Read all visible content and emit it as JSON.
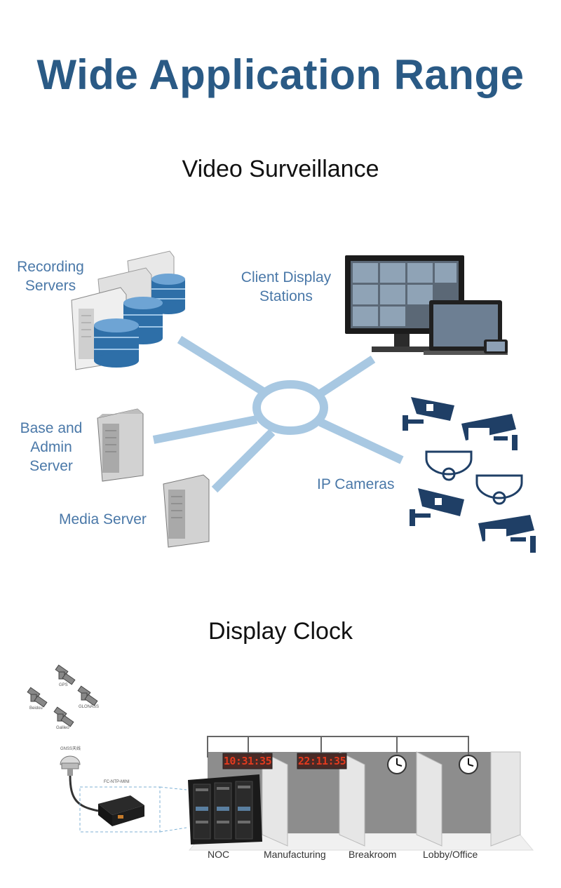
{
  "page": {
    "title": "Wide Application Range"
  },
  "video_surveillance": {
    "heading": "Video Surveillance",
    "labels": {
      "recording_servers": "Recording Servers",
      "client_display_stations": "Client Display Stations",
      "base_admin_server": "Base and Admin Server",
      "media_server": "Media Server",
      "ip_cameras": "IP Cameras"
    }
  },
  "display_clock": {
    "heading": "Display Clock",
    "satellites": [
      "GPS",
      "Beidou",
      "GLONASS",
      "Galileo"
    ],
    "antenna_label": "GNSS天线",
    "device_label": "FC-NTP-MINI",
    "display_times": [
      "10:31:35",
      "22:11:35"
    ],
    "zones": [
      "NOC",
      "Manufacturing",
      "Breakroom",
      "Lobby/Office"
    ]
  },
  "colors": {
    "title": "#2a5a85",
    "label": "#4a78a8",
    "network_line": "#a8c8e2",
    "camera_navy": "#1f3f66",
    "db_blue": "#2e6fa8",
    "led_red": "#e23a1e"
  }
}
